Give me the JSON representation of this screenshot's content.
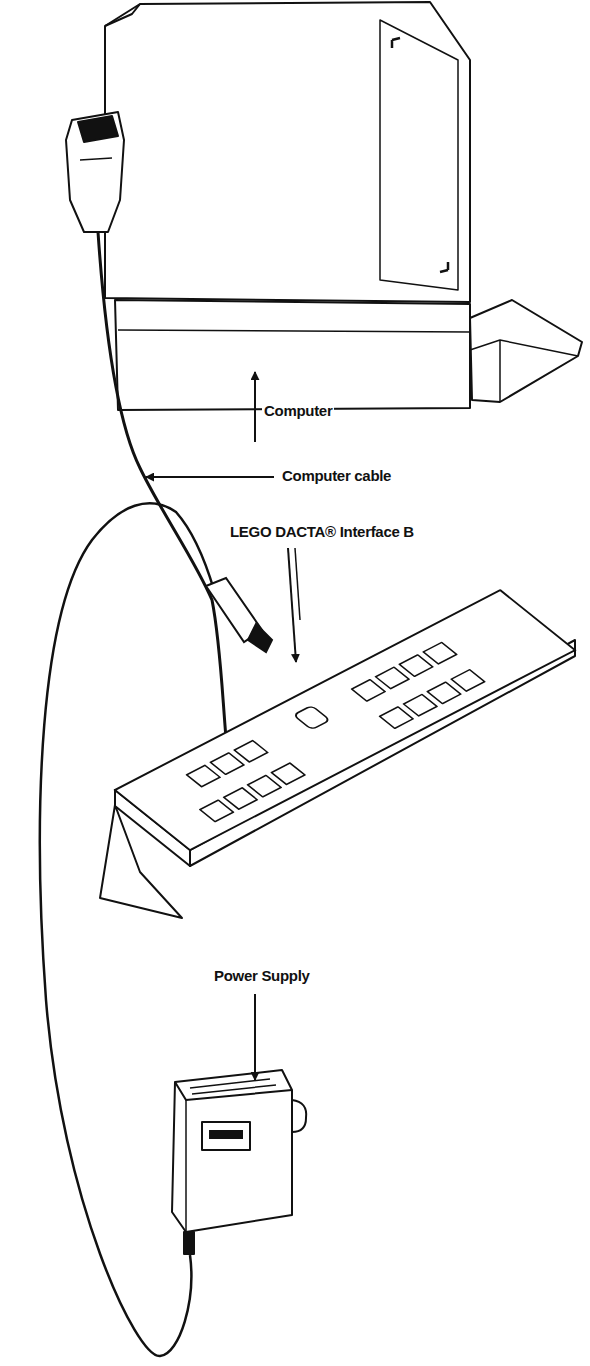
{
  "diagram": {
    "labels": [
      "Computer",
      "Computer cable",
      "LEGO DACTA® Interface B",
      "Power Supply"
    ]
  }
}
